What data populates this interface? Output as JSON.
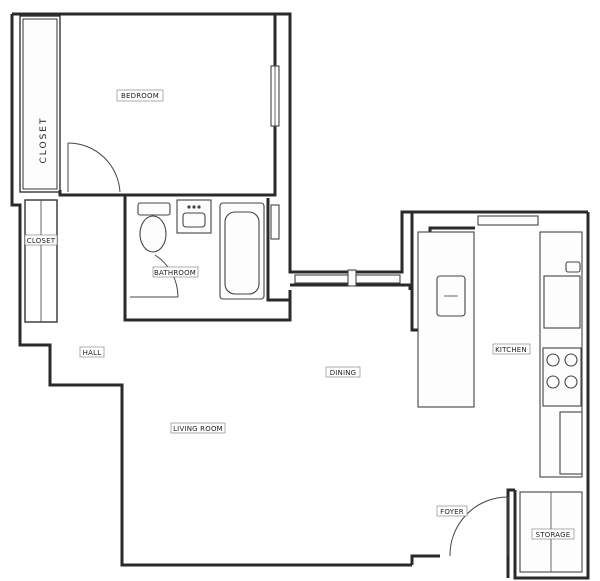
{
  "rooms": {
    "bedroom": "BEDROOM",
    "closet_vertical": "CLOSET",
    "closet_hall": "CLOSET",
    "bathroom": "BATHROOM",
    "hall": "HALL",
    "dining": "DINING",
    "living_room": "LIVING ROOM",
    "kitchen": "KITCHEN",
    "foyer": "FOYER",
    "storage": "STORAGE"
  },
  "colors": {
    "wall": "#2a2a2a",
    "background": "#ffffff"
  }
}
